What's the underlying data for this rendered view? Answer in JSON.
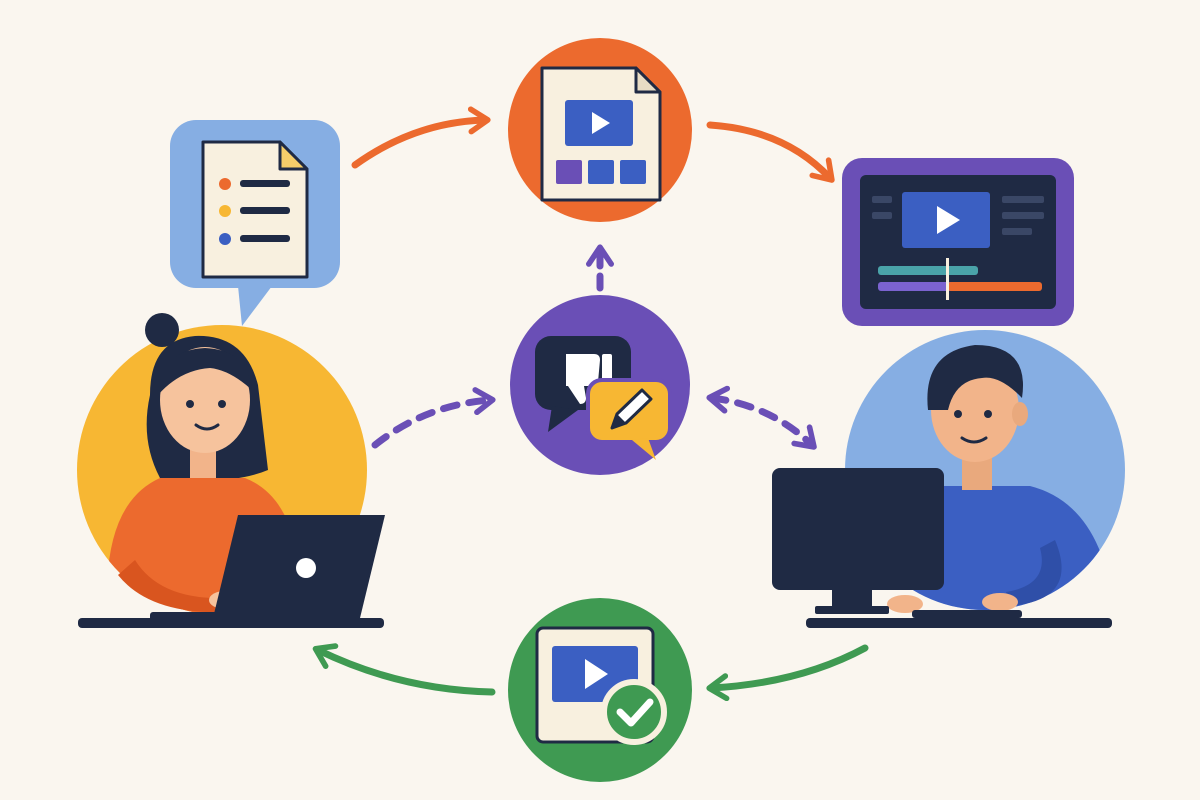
{
  "diagram": {
    "nodes": [
      {
        "id": "client",
        "role": "woman-with-laptop"
      },
      {
        "id": "brief",
        "role": "script-document-speech-bubble"
      },
      {
        "id": "storyboard",
        "role": "video-storyboard-document"
      },
      {
        "id": "editor",
        "role": "video-editing-timeline-screen"
      },
      {
        "id": "editor-person",
        "role": "man-at-desktop-computer"
      },
      {
        "id": "feedback",
        "role": "feedback-and-edit-chat-bubbles"
      },
      {
        "id": "approved",
        "role": "approved-video-document"
      }
    ],
    "edges": [
      {
        "from": "brief",
        "to": "storyboard",
        "style": "solid",
        "color": "orange"
      },
      {
        "from": "storyboard",
        "to": "editor",
        "style": "solid",
        "color": "orange"
      },
      {
        "from": "feedback",
        "to": "storyboard",
        "style": "dashed",
        "color": "purple"
      },
      {
        "from": "client",
        "to": "feedback",
        "style": "dashed",
        "color": "purple"
      },
      {
        "from": "feedback",
        "to": "editor-person",
        "style": "dashed",
        "color": "purple",
        "bidirectional": true
      },
      {
        "from": "editor-person",
        "to": "approved",
        "style": "solid",
        "color": "green"
      },
      {
        "from": "approved",
        "to": "client",
        "style": "solid",
        "color": "green"
      }
    ]
  },
  "colors": {
    "background": "#faf6ef",
    "navy": "#1f2a44",
    "orange": "#ec6a2e",
    "purple": "#6a4fb6",
    "green": "#3f9a52",
    "blue": "#3b5fc2",
    "light_blue": "#86aee3",
    "yellow": "#f7b733",
    "paper": "#f8f0df"
  }
}
